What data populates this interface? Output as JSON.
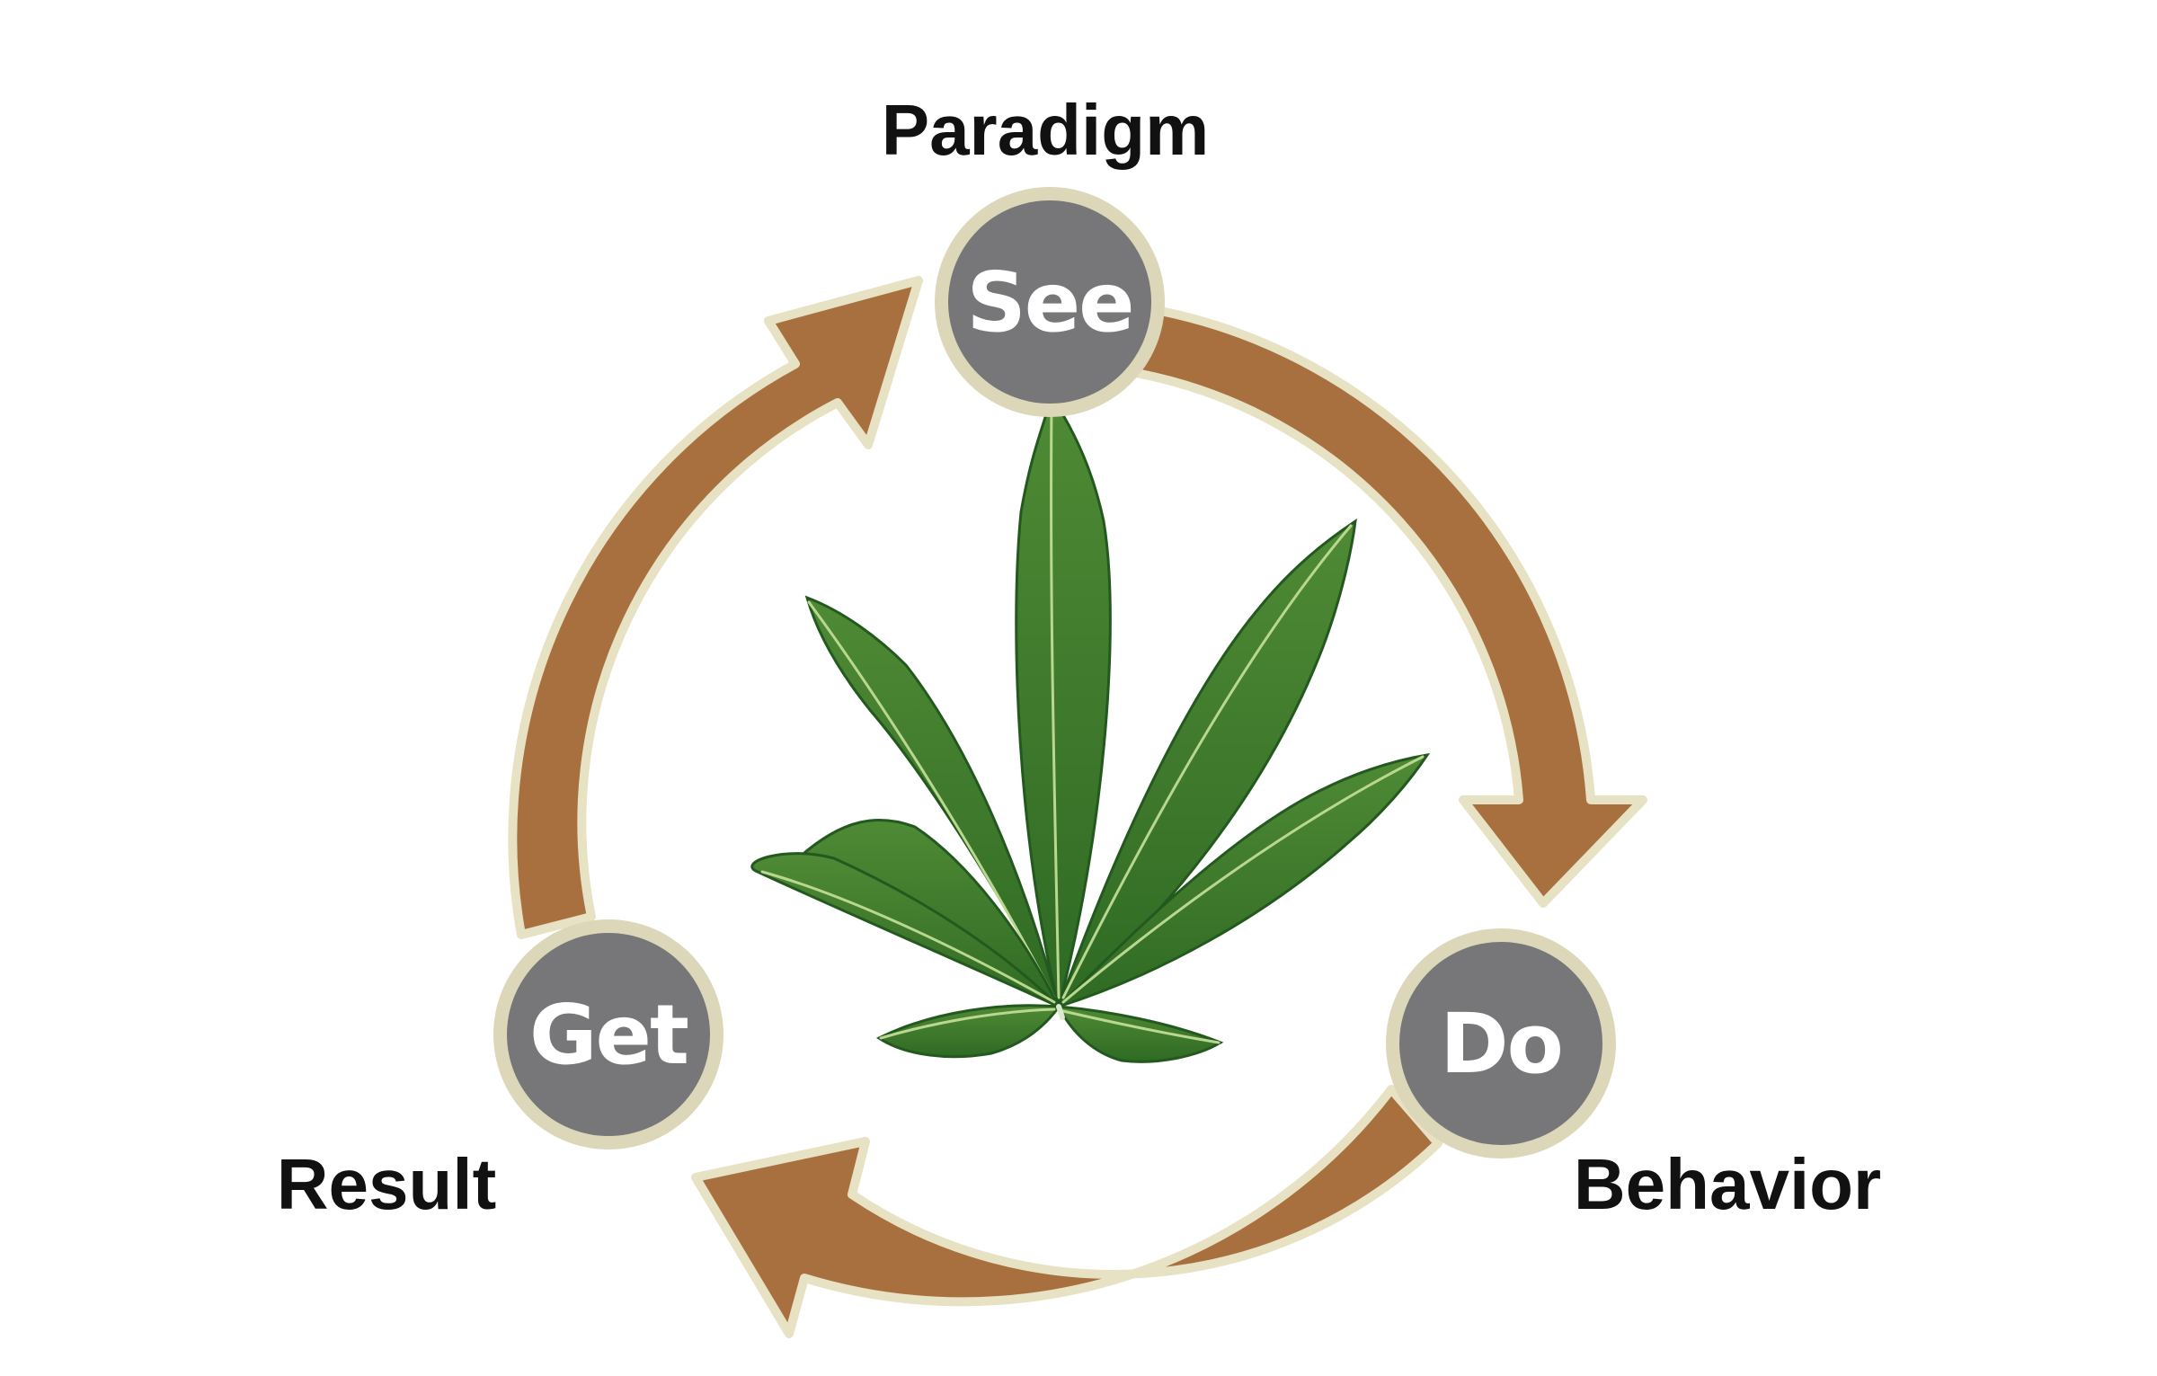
{
  "diagram": {
    "nodes": [
      {
        "id": "see",
        "text": "See",
        "caption": "Paradigm"
      },
      {
        "id": "do",
        "text": "Do",
        "caption": "Behavior"
      },
      {
        "id": "get",
        "text": "Get",
        "caption": "Result"
      }
    ],
    "edges": [
      {
        "from": "see",
        "to": "do"
      },
      {
        "from": "do",
        "to": "get"
      },
      {
        "from": "get",
        "to": "see"
      }
    ],
    "center_image": "cannabis-leaf-icon",
    "colors": {
      "arrow_fill": "#a8703f",
      "arrow_outline": "#e6e2c3",
      "node_fill": "#77777a",
      "node_ring": "#dcd7b8",
      "leaf_green": "#3d7a2c",
      "leaf_dark": "#23591f"
    }
  }
}
